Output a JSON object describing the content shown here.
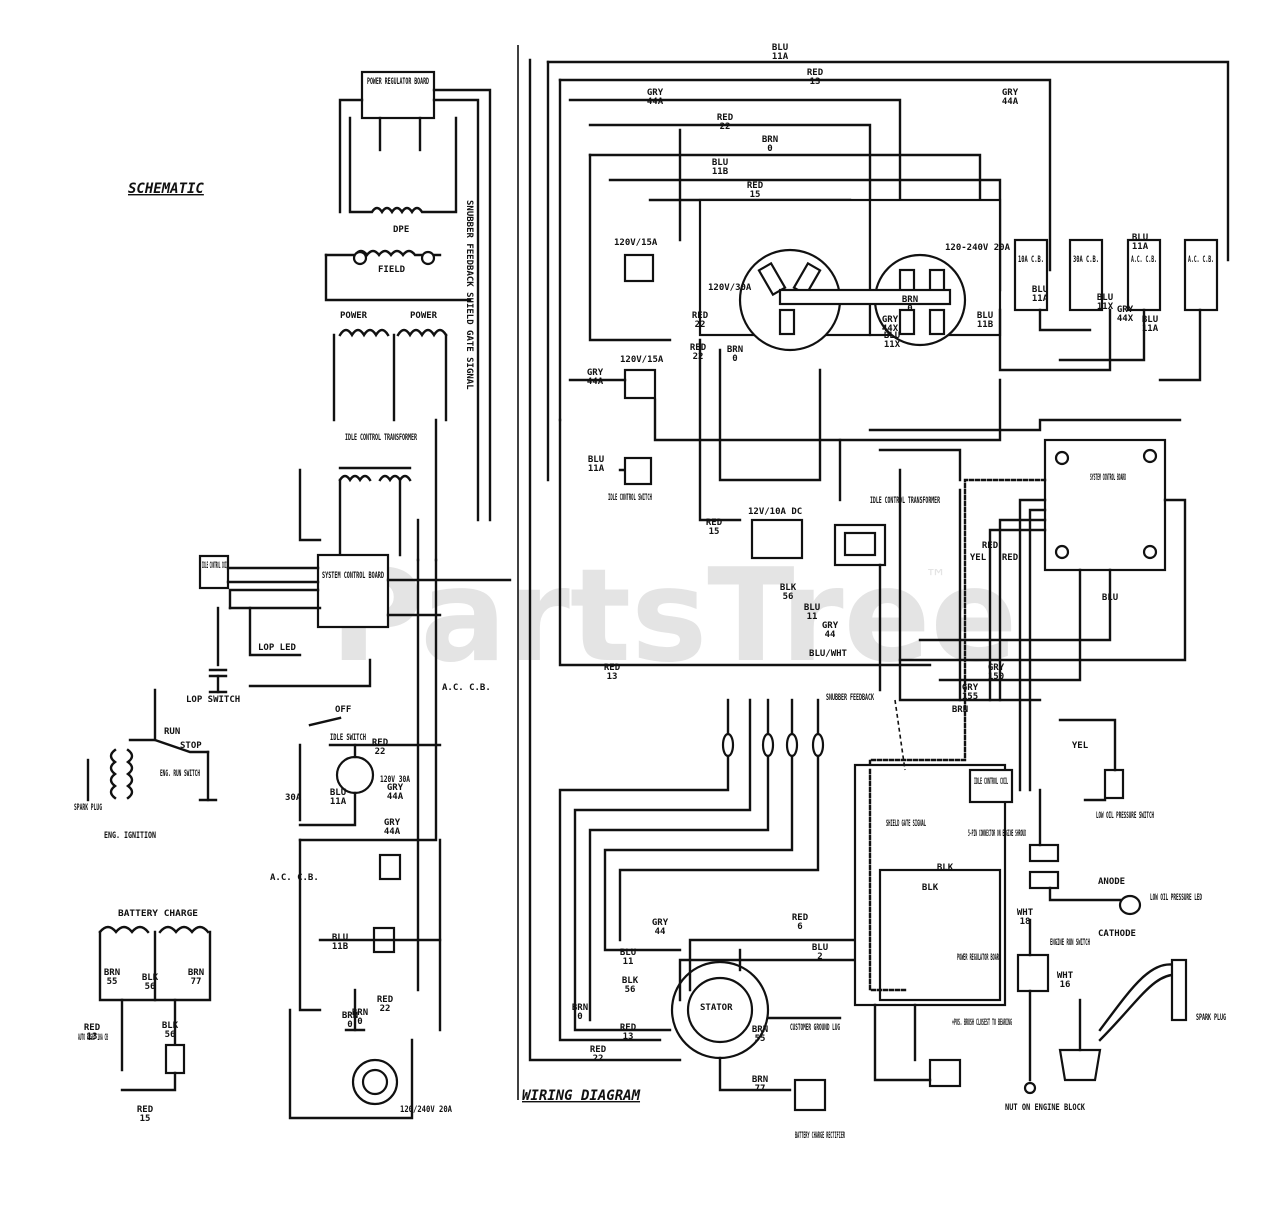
{
  "watermark": {
    "text": "PartsTree",
    "tm": "™"
  },
  "sections": {
    "schematic_title": "SCHEMATIC",
    "wiring_title": "WIRING DIAGRAM"
  },
  "schematic": {
    "power_regulator_board": "POWER REGULATOR BOARD",
    "dpe": "DPE",
    "field": "FIELD",
    "power_left": "POWER",
    "power_right": "POWER",
    "idle_control_transformer": "IDLE CONTROL TRANSFORMER",
    "system_control_board": "SYSTEM CONTROL BOARD",
    "idle_control_coil": "IDLE CONTROL COIL",
    "lop_led": "LOP LED",
    "lop_switch": "LOP SWITCH",
    "spark_plug": "SPARK PLUG",
    "eng_ignition": "ENG. IGNITION",
    "eng_run_switch": "ENG. RUN SWITCH",
    "run": "RUN",
    "stop": "STOP",
    "off": "OFF",
    "idle_switch": "IDLE SWITCH",
    "outlet_120v_30a": "120V 30A",
    "outlet_120_240v_20a": "120/240V 20A",
    "battery_charge": "BATTERY CHARGE",
    "auto_reset": "AUTO RESET 10A CB",
    "shield_gate_signal": "SNUBBER FEEDBACK SHIELD GATE SIGNAL",
    "cb_30a": "30A",
    "ac_cb": "A.C. C.B.",
    "ac_cb2": "A.C. C.B."
  },
  "wiring": {
    "outlet_120v_15a_top": "120V/15A",
    "outlet_120v_15a_left": "120V/15A",
    "outlet_120v_30a": "120V/30A",
    "outlet_120_240v_20a": "120-240V 20A",
    "idle_control_switch": "IDLE CONTROL SWITCH",
    "dc_12v_10a": "12V/10A DC",
    "idle_control_transformer": "IDLE CONTROL TRANSFORMER",
    "system_control_board": "SYSTEM CONTROL BOARD",
    "snubber_feedback": "SNUBBER FEEDBACK",
    "idle_control_coil": "IDLE CONTROL COIL",
    "low_oil_pressure_switch": "LOW OIL PRESSURE SWITCH",
    "shield_gate_signal": "SHIELD GATE SIGNAL",
    "five_pin_connector": "5-PIN CONNECTOR ON ENGINE SHROUD",
    "anode": "ANODE",
    "cathode": "CATHODE",
    "low_oil_pressure_led": "LOW OIL PRESSURE LED",
    "engine_run_switch": "ENGINE RUN SWITCH",
    "spark_plug": "SPARK PLUG",
    "power_regulator_board": "POWER REGULATOR BOARD",
    "pos_brush": "+POS. BRUSH CLOSEST TO BEARING",
    "stator": "STATOR",
    "customer_ground_lug": "CUSTOMER GROUND LUG",
    "battery_charge_rectifier": "BATTERY CHARGE RECTIFIER",
    "nut_on_engine_block": "NUT ON ENGINE BLOCK",
    "cb_30a": "30A C.B.",
    "ac_cb_1": "A.C. C.B.",
    "ac_cb_2": "A.C. C.B.",
    "cb_10a": "10A C.B."
  },
  "wire_labels": [
    "BLU 11A",
    "RED 13",
    "GRY 44A",
    "RED 22",
    "BRN 0",
    "BLU 11B",
    "RED 15",
    "GRY 44A",
    "BLU 11A",
    "BLU 11B",
    "BLU 11A",
    "BLU 11X",
    "BLU 11A",
    "GRY 44X",
    "BRN 0",
    "RED 22",
    "GRY 44X",
    "BLU 11X",
    "BRN 0",
    "RED 22",
    "GRY 44A",
    "BLU 11A",
    "RED 15",
    "BLK 56",
    "BLU 11",
    "GRY 44",
    "BLU/WHT",
    "RED 13",
    "GRY 150",
    "GRY 155",
    "BRN",
    "YEL",
    "GRY 44",
    "BLU 11",
    "BLK 56",
    "RED 6",
    "BLU 2",
    "BRN 0",
    "RED 13",
    "RED 22",
    "BRN 55",
    "BRN 77",
    "WHT 18",
    "WHT 16",
    "BLK",
    "BLK",
    "YEL",
    "RED",
    "BLU",
    "RED",
    "GRY 44A",
    "BLU 11A",
    "BLU 11B",
    "BRN 0",
    "RED 22",
    "GRY 44A",
    "BRN 55",
    "BLK 56",
    "BRN 77",
    "RED 13",
    "RED 15",
    "BLK 56",
    "RED 22",
    "BRN 0"
  ]
}
